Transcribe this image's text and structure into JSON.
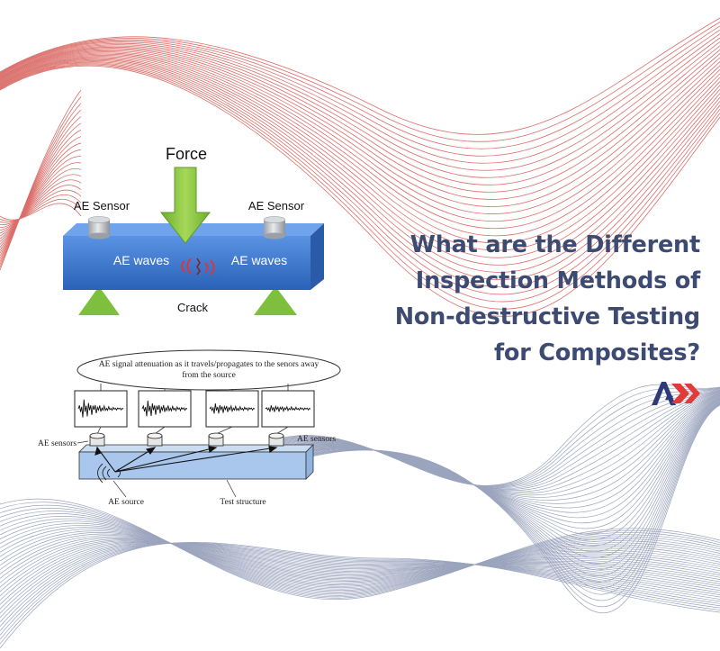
{
  "headline": {
    "lines": [
      "What are the Different",
      "Inspection Methods of",
      "Non-destructive Testing",
      "for Composites?"
    ]
  },
  "diagram_top": {
    "force_label": "Force",
    "sensor_left_label": "AE Sensor",
    "sensor_right_label": "AE Sensor",
    "waves_left_label": "AE waves",
    "waves_right_label": "AE waves",
    "crack_label": "Crack"
  },
  "diagram_bottom": {
    "callout_line1": "AE signal attenuation as it travels/propagates to the senors away",
    "callout_line2": "from the source",
    "sensors_left_label": "AE sensors",
    "sensors_right_label": "AE sensors",
    "source_label": "AE source",
    "structure_label": "Test structure"
  },
  "colors": {
    "headline": "#3d4a72",
    "red_lines": "#d24a44",
    "blue_lines": "#7a86a8",
    "beam_blue": "#3b78d0",
    "arrow_green": "#8ac43e",
    "logo_blue": "#2f3a78",
    "logo_red": "#e03a3a"
  },
  "icons": [
    "logo-icon",
    "force-arrow-icon",
    "crack-icon"
  ]
}
